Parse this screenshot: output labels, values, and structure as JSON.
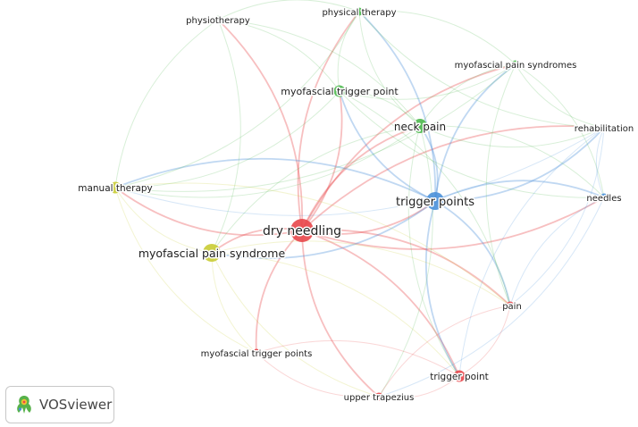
{
  "app": {
    "name": "VOSviewer"
  },
  "clusters": {
    "red": "#e8474b",
    "green": "#4db84e",
    "blue": "#4a90d9",
    "yellow": "#c9cc33"
  },
  "nodes": [
    {
      "id": "physiotherapy",
      "label": "physiotherapy",
      "cluster": "green",
      "weight": 1
    },
    {
      "id": "physical-therapy",
      "label": "physical therapy",
      "cluster": "green",
      "weight": 1
    },
    {
      "id": "myofascial-pain-syndromes",
      "label": "myofascial pain syndromes",
      "cluster": "green",
      "weight": 1
    },
    {
      "id": "myofascial-trigger-point",
      "label": "myofascial trigger point",
      "cluster": "green",
      "weight": 2
    },
    {
      "id": "neck-pain",
      "label": "neck pain",
      "cluster": "green",
      "weight": 3
    },
    {
      "id": "rehabilitation",
      "label": "rehabilitation",
      "cluster": "blue",
      "weight": 1
    },
    {
      "id": "needles",
      "label": "needles",
      "cluster": "blue",
      "weight": 1
    },
    {
      "id": "trigger-points",
      "label": "trigger points",
      "cluster": "blue",
      "weight": 4
    },
    {
      "id": "manual-therapy",
      "label": "manual therapy",
      "cluster": "yellow",
      "weight": 2
    },
    {
      "id": "myofascial-pain-syndrome",
      "label": "myofascial pain syndrome",
      "cluster": "yellow",
      "weight": 4
    },
    {
      "id": "dry-needling",
      "label": "dry needling",
      "cluster": "red",
      "weight": 6
    },
    {
      "id": "pain",
      "label": "pain",
      "cluster": "red",
      "weight": 1
    },
    {
      "id": "myofascial-trigger-points",
      "label": "myofascial trigger points",
      "cluster": "red",
      "weight": 1
    },
    {
      "id": "trigger-point",
      "label": "trigger point",
      "cluster": "red",
      "weight": 2
    },
    {
      "id": "upper-trapezius",
      "label": "upper trapezius",
      "cluster": "red",
      "weight": 1
    }
  ],
  "links": [
    [
      "dry-needling",
      "physiotherapy"
    ],
    [
      "dry-needling",
      "physical-therapy"
    ],
    [
      "dry-needling",
      "myofascial-trigger-point"
    ],
    [
      "dry-needling",
      "neck-pain"
    ],
    [
      "dry-needling",
      "trigger-points"
    ],
    [
      "dry-needling",
      "manual-therapy"
    ],
    [
      "dry-needling",
      "myofascial-pain-syndrome"
    ],
    [
      "dry-needling",
      "pain"
    ],
    [
      "dry-needling",
      "myofascial-trigger-points"
    ],
    [
      "dry-needling",
      "trigger-point"
    ],
    [
      "dry-needling",
      "upper-trapezius"
    ],
    [
      "dry-needling",
      "rehabilitation"
    ],
    [
      "dry-needling",
      "needles"
    ],
    [
      "dry-needling",
      "myofascial-pain-syndromes"
    ],
    [
      "trigger-points",
      "rehabilitation"
    ],
    [
      "trigger-points",
      "needles"
    ],
    [
      "trigger-points",
      "neck-pain"
    ],
    [
      "trigger-points",
      "myofascial-pain-syndrome"
    ],
    [
      "trigger-points",
      "manual-therapy"
    ],
    [
      "trigger-points",
      "pain"
    ],
    [
      "trigger-points",
      "physical-therapy"
    ],
    [
      "trigger-points",
      "myofascial-trigger-point"
    ],
    [
      "trigger-points",
      "trigger-point"
    ],
    [
      "trigger-points",
      "myofascial-pain-syndromes"
    ],
    [
      "neck-pain",
      "myofascial-trigger-point"
    ],
    [
      "neck-pain",
      "physical-therapy"
    ],
    [
      "neck-pain",
      "physiotherapy"
    ],
    [
      "neck-pain",
      "myofascial-pain-syndromes"
    ],
    [
      "neck-pain",
      "rehabilitation"
    ],
    [
      "neck-pain",
      "needles"
    ],
    [
      "neck-pain",
      "myofascial-pain-syndrome"
    ],
    [
      "neck-pain",
      "manual-therapy"
    ],
    [
      "neck-pain",
      "trigger-point"
    ],
    [
      "neck-pain",
      "upper-trapezius"
    ],
    [
      "myofascial-trigger-point",
      "physiotherapy"
    ],
    [
      "myofascial-trigger-point",
      "physical-therapy"
    ],
    [
      "myofascial-trigger-point",
      "myofascial-pain-syndromes"
    ],
    [
      "myofascial-trigger-point",
      "manual-therapy"
    ],
    [
      "myofascial-trigger-point",
      "needles"
    ],
    [
      "myofascial-trigger-point",
      "pain"
    ],
    [
      "physical-therapy",
      "physiotherapy"
    ],
    [
      "physical-therapy",
      "myofascial-pain-syndromes"
    ],
    [
      "physical-therapy",
      "rehabilitation"
    ],
    [
      "physical-therapy",
      "manual-therapy"
    ],
    [
      "physiotherapy",
      "manual-therapy"
    ],
    [
      "physiotherapy",
      "myofascial-pain-syndrome"
    ],
    [
      "myofascial-pain-syndromes",
      "rehabilitation"
    ],
    [
      "myofascial-pain-syndromes",
      "needles"
    ],
    [
      "myofascial-pain-syndromes",
      "pain"
    ],
    [
      "myofascial-pain-syndromes",
      "manual-therapy"
    ],
    [
      "rehabilitation",
      "needles"
    ],
    [
      "rehabilitation",
      "pain"
    ],
    [
      "rehabilitation",
      "trigger-point"
    ],
    [
      "rehabilitation",
      "manual-therapy"
    ],
    [
      "needles",
      "pain"
    ],
    [
      "needles",
      "upper-trapezius"
    ],
    [
      "manual-therapy",
      "myofascial-pain-syndrome"
    ],
    [
      "manual-therapy",
      "pain"
    ],
    [
      "manual-therapy",
      "myofascial-trigger-points"
    ],
    [
      "myofascial-pain-syndrome",
      "pain"
    ],
    [
      "myofascial-pain-syndrome",
      "myofascial-trigger-points"
    ],
    [
      "myofascial-pain-syndrome",
      "trigger-point"
    ],
    [
      "myofascial-pain-syndrome",
      "upper-trapezius"
    ],
    [
      "pain",
      "trigger-point"
    ],
    [
      "pain",
      "upper-trapezius"
    ],
    [
      "trigger-point",
      "upper-trapezius"
    ],
    [
      "myofascial-trigger-points",
      "upper-trapezius"
    ],
    [
      "myofascial-trigger-points",
      "trigger-point"
    ]
  ]
}
